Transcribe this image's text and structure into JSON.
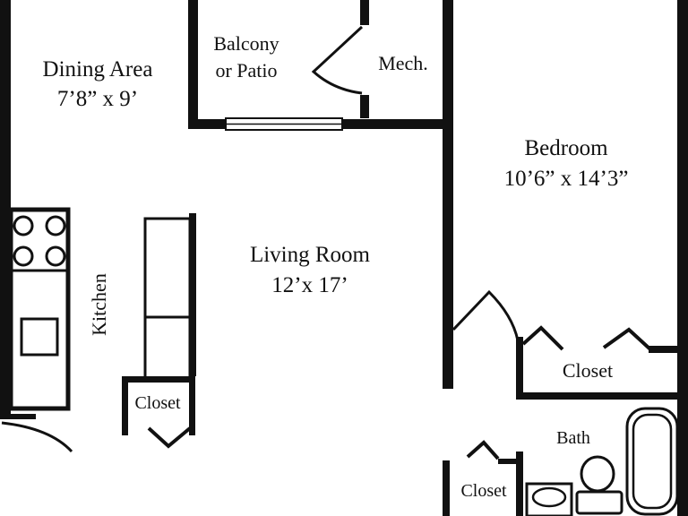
{
  "rooms": {
    "dining": {
      "name": "Dining Area",
      "dims": "7’8” x 9’"
    },
    "balcony": {
      "line1": "Balcony",
      "line2": "or Patio"
    },
    "mech": {
      "name": "Mech."
    },
    "bedroom": {
      "name": "Bedroom",
      "dims": "10’6” x 14’3”"
    },
    "living": {
      "name": "Living Room",
      "dims": "12’x 17’"
    },
    "kitchen": {
      "name": "Kitchen"
    },
    "closet_living": {
      "name": "Closet"
    },
    "closet_bedroom": {
      "name": "Closet"
    },
    "closet_bath": {
      "name": "Closet"
    },
    "bath": {
      "name": "Bath"
    }
  },
  "colors": {
    "wall": "#111111",
    "background": "#ffffff"
  }
}
